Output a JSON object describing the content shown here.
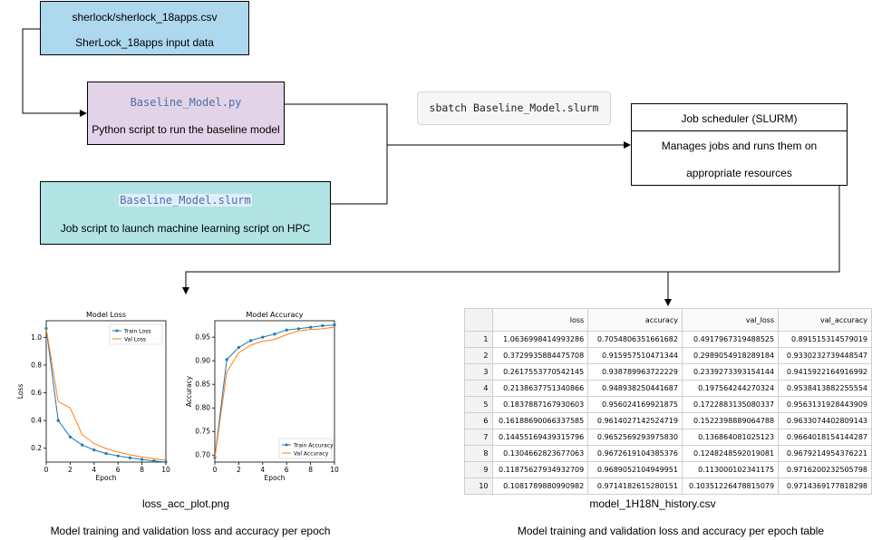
{
  "nodes": {
    "csv": {
      "line1": "sherlock/sherlock_18apps.csv",
      "line2": "SherLock_18apps input data",
      "fill": "#add8ee"
    },
    "py": {
      "line1": "Baseline_Model.py",
      "line2": "Python script to run the baseline model",
      "fill": "#e3d3e8"
    },
    "slurm_script": {
      "line1": "Baseline_Model.slurm",
      "line2": "Job script to launch machine learning script on HPC",
      "fill": "#b2e4e4"
    },
    "scheduler": {
      "line1": "Job scheduler (SLURM)",
      "line2": "Manages jobs and runs them on",
      "line3": "appropriate resources",
      "fill": "#ffffff"
    }
  },
  "command": "sbatch Baseline_Model.slurm",
  "captions": {
    "plot_file": "loss_acc_plot.png",
    "plot_desc": "Model training and validation loss and accuracy per epoch",
    "table_file": "model_1H18N_history.csv",
    "table_desc": "Model training and validation loss and accuracy per epoch table"
  },
  "chart_data": [
    {
      "type": "line",
      "title": "Model Loss",
      "xlabel": "Epoch",
      "ylabel": "Loss",
      "xlim": [
        0,
        10
      ],
      "ylim": [
        0.1,
        1.12
      ],
      "xticks": [
        "0",
        "2",
        "4",
        "6",
        "8",
        "10"
      ],
      "yticks": [
        "0.2",
        "0.4",
        "0.6",
        "0.8",
        "1.0"
      ],
      "legend": "top-right",
      "grid": false,
      "x": [
        0,
        1,
        2,
        3,
        4,
        5,
        6,
        7,
        8,
        9,
        10
      ],
      "series": [
        {
          "name": "Train Loss",
          "color": "#1f77b4",
          "markers": true,
          "values": [
            1.0637,
            0.4,
            0.2817,
            0.2234,
            0.1878,
            0.1619,
            0.1446,
            0.1305,
            0.1188,
            0.1082,
            0.1
          ]
        },
        {
          "name": "Val Loss",
          "color": "#ff7f0e",
          "markers": false,
          "values": [
            1.0637,
            0.5359,
            0.4918,
            0.299,
            0.2339,
            0.1976,
            0.1723,
            0.1522,
            0.1369,
            0.1248,
            0.113
          ]
        }
      ]
    },
    {
      "type": "line",
      "title": "Model Accuracy",
      "xlabel": "Epoch",
      "ylabel": "Accuracy",
      "xlim": [
        0,
        10
      ],
      "ylim": [
        0.685,
        0.985
      ],
      "xticks": [
        "0",
        "2",
        "4",
        "6",
        "8",
        "10"
      ],
      "yticks": [
        "0.70",
        "0.75",
        "0.80",
        "0.85",
        "0.90",
        "0.95"
      ],
      "legend": "bottom-right",
      "grid": false,
      "x": [
        0,
        1,
        2,
        3,
        4,
        5,
        6,
        7,
        8,
        9,
        10
      ],
      "series": [
        {
          "name": "Train Accuracy",
          "color": "#1f77b4",
          "markers": true,
          "values": [
            0.6948,
            0.9025,
            0.9284,
            0.9429,
            0.9502,
            0.9567,
            0.9653,
            0.9681,
            0.9711,
            0.9745,
            0.976
          ]
        },
        {
          "name": "Val Accuracy",
          "color": "#ff7f0e",
          "markers": false,
          "values": [
            0.6948,
            0.8762,
            0.9174,
            0.933,
            0.9416,
            0.9454,
            0.9553,
            0.9637,
            0.9664,
            0.9679,
            0.9716
          ]
        }
      ]
    },
    {
      "type": "table",
      "columns": [
        "",
        "loss",
        "accuracy",
        "val_loss",
        "val_accuracy"
      ],
      "rows": [
        [
          "1",
          "1.0636998414993286",
          "0.7054806351661682",
          "0.4917967319488525",
          "0.891515314579019"
        ],
        [
          "2",
          "0.3729935884475708",
          "0.915957510471344",
          "0.2989054918289184",
          "0.9330232739448547"
        ],
        [
          "3",
          "0.2617553770542145",
          "0.938789963722229",
          "0.2339273393154144",
          "0.9415922164916992"
        ],
        [
          "4",
          "0.2138637751340866",
          "0.948938250441687",
          "0.197564244270324",
          "0.9538413882255554"
        ],
        [
          "5",
          "0.1837887167930603",
          "0.956024169921875",
          "0.1722883135080337",
          "0.9563131928443909"
        ],
        [
          "6",
          "0.16188690066337585",
          "0.9614027142524719",
          "0.1522398889064788",
          "0.9633074402809143"
        ],
        [
          "7",
          "0.14455169439315796",
          "0.9652569293975830",
          "0.136864081025123",
          "0.9664018154144287"
        ],
        [
          "8",
          "0.1304662823677063",
          "0.9672619104385376",
          "0.1248248592019081",
          "0.9679214954376221"
        ],
        [
          "9",
          "0.11875627934932709",
          "0.9689052104949951",
          "0.113000102341175",
          "0.9716200232505798"
        ],
        [
          "10",
          "0.1081789880990982",
          "0.9714182615280151",
          "0.10351226478815079",
          "0.9714369177818298"
        ]
      ]
    }
  ]
}
